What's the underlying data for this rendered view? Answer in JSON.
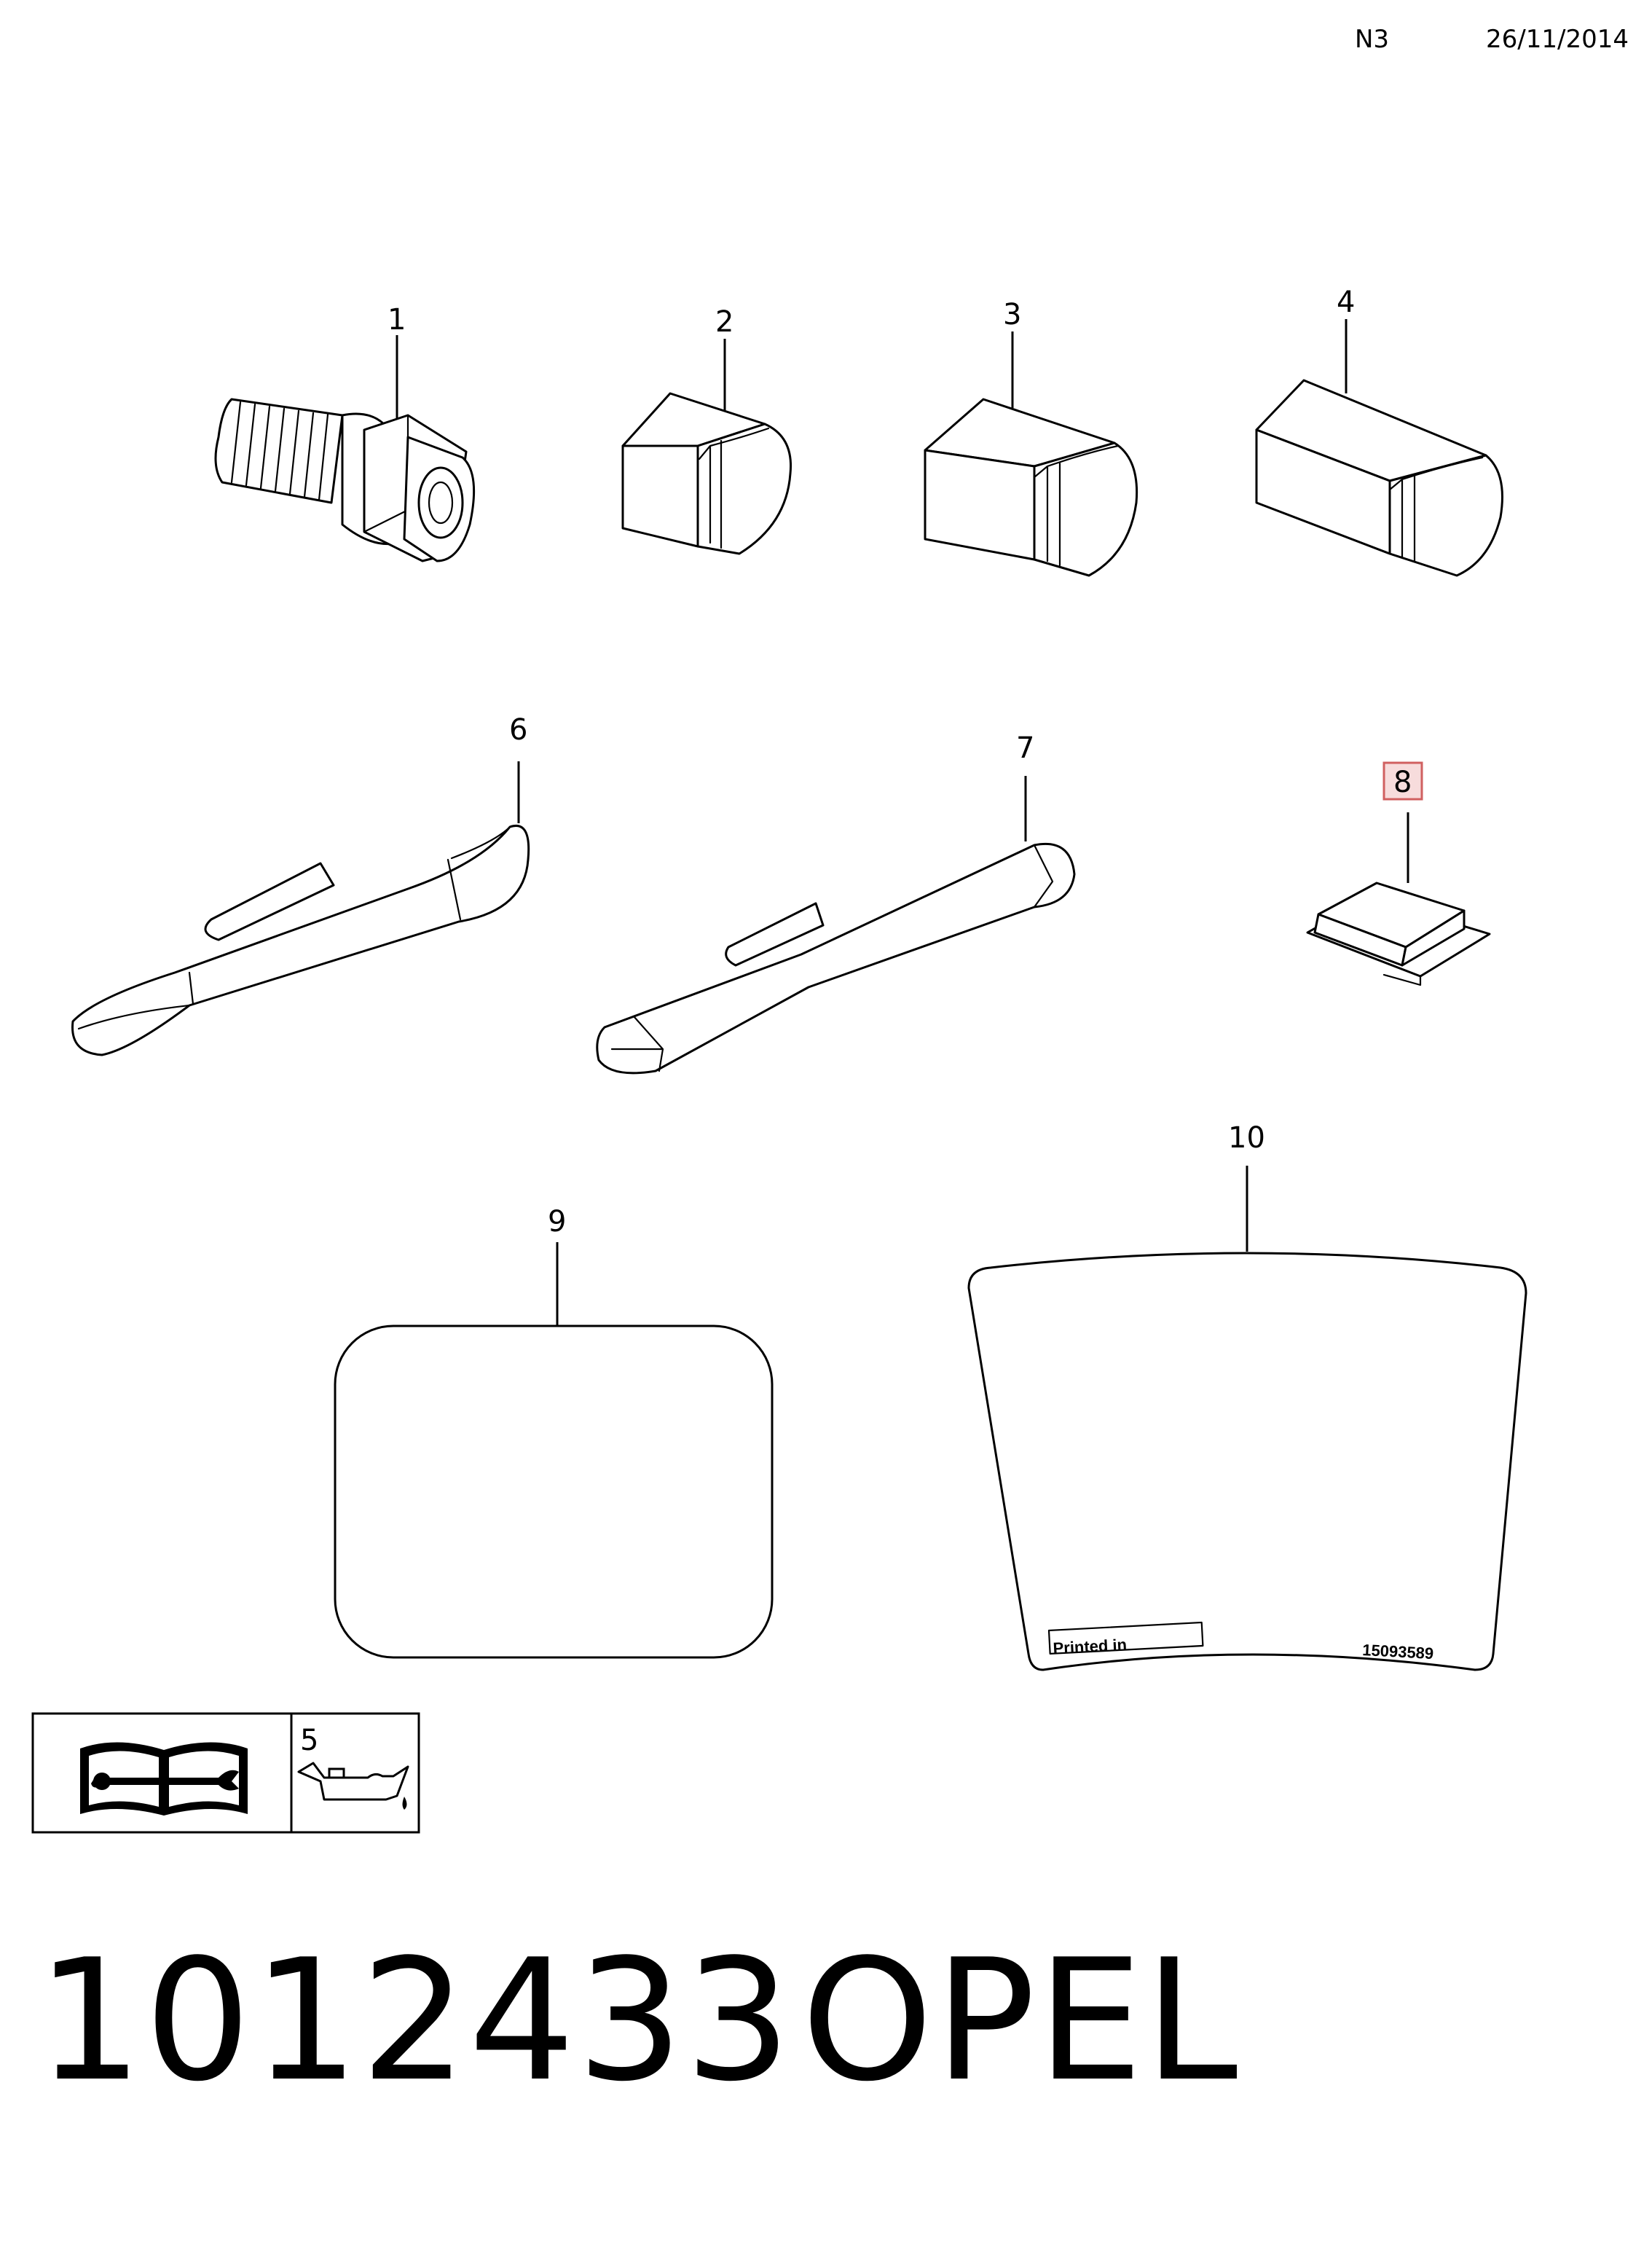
{
  "header": {
    "code": "N3",
    "date": "26/11/2014"
  },
  "callouts": {
    "c1": "1",
    "c2": "2",
    "c3": "3",
    "c4": "4",
    "c5": "5",
    "c6": "6",
    "c7": "7",
    "c8": "8",
    "c9": "9",
    "c10": "10"
  },
  "label_10": {
    "printed": "Printed in",
    "part_no": "15093589"
  },
  "footer": {
    "code": "1012433",
    "brand": "OPEL"
  },
  "colors": {
    "highlight_fill": "#f7dcdc",
    "highlight_stroke": "#d06060",
    "line": "#000000"
  },
  "icons": [
    "service-manual-icon",
    "oil-can-icon"
  ]
}
